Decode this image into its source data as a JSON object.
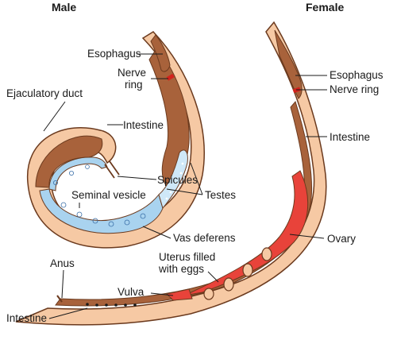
{
  "titles": {
    "male": "Male",
    "female": "Female"
  },
  "male_labels": {
    "esophagus": "Esophagus",
    "nerve_ring_1": "Nerve",
    "nerve_ring_2": "ring",
    "ejaculatory_duct": "Ejaculatory duct",
    "intestine": "Intestine",
    "spicules": "Spicules",
    "seminal_vesicle": "Seminal vesicle",
    "testes": "Testes",
    "vas_deferens": "Vas deferens"
  },
  "female_labels": {
    "esophagus": "Esophagus",
    "nerve_ring": "Nerve ring",
    "intestine": "Intestine",
    "ovary": "Ovary",
    "uterus_1": "Uterus filled",
    "uterus_2": "with eggs",
    "vulva": "Vulva",
    "anus": "Anus",
    "intestine_lower": "Intestine"
  },
  "colors": {
    "body_wall": "#f6c9a4",
    "outline": "#6b3a1e",
    "intestine": "#a8623b",
    "male_tissue": "#a9d3ef",
    "testes": "#cfe8f8",
    "ovary": "#e8433a",
    "nerve_ring": "#d4221c",
    "egg": "#a8623b"
  }
}
